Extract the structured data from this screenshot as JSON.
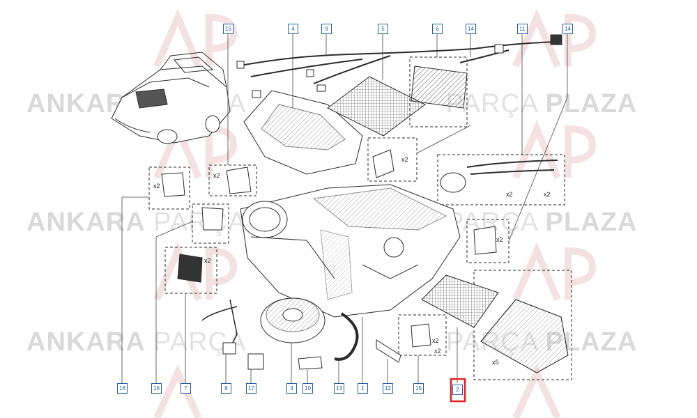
{
  "watermark": {
    "brand_left": "ANKARA",
    "brand_mid": "PARÇA",
    "brand_right": "PLAZA"
  },
  "part_labels": [
    "15",
    "4",
    "9",
    "5",
    "6",
    "14",
    "11",
    "14",
    "16",
    "16",
    "7",
    "8",
    "17",
    "3",
    "10",
    "13",
    "1",
    "12",
    "15",
    "2"
  ],
  "highlighted_label": "2",
  "quantity_marks": [
    "x2",
    "x2",
    "x2",
    "x2",
    "x2",
    "x2",
    "x2",
    "x2",
    "x2",
    "x5"
  ],
  "colors": {
    "line": "#2a2a2a",
    "callout": "#1f5fa8",
    "highlight": "#e02020",
    "watermark": "#d9d9d9"
  }
}
